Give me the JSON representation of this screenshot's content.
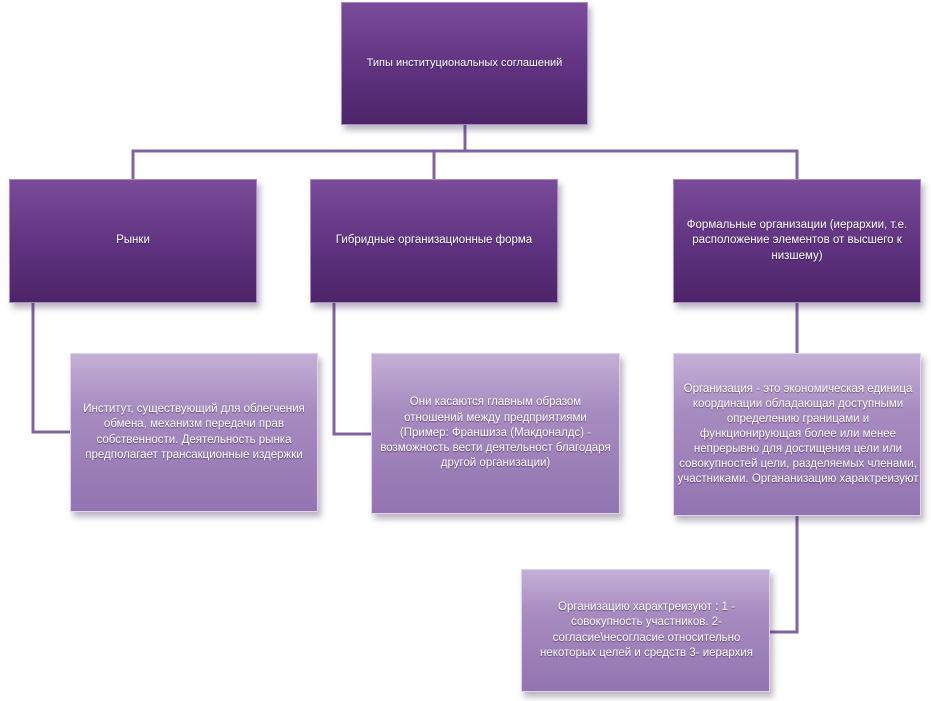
{
  "diagram": {
    "root": {
      "label": "Типы институциональных соглашений"
    },
    "categories": [
      {
        "label": "Рынки",
        "description": "Институт, существующий для облегчения обмена, механизм передачи прав собственности. Деятельность рынка предполагает трансакционные издержки"
      },
      {
        "label": "Гибридные организационные форма",
        "description": "Они касаются главным образом отношений между предприятиями (Пример: Франшиза (Макдоналдс) - возможность вести деятельност благодаря другой организации)"
      },
      {
        "label": "Формальные организации (иерархии, т.е. расположение элементов от высшего к низшему)",
        "description": "Организация - это экономическая единица координации обладающая доступными определению границами и функционирующая более или менее непрерывно для достищения цели или совокупностей цели, разделяемых членами, участниками. Органанизацию характреизуют"
      }
    ],
    "org_characteristics": "Организацию характреизуют : 1 - совокупность участников. 2- согласие\\несогласие относительно некоторых целей и средств 3- иерархия"
  },
  "colors": {
    "dark_box": "#5f3380",
    "light_box": "#a78cc0",
    "connector": "#8064a2",
    "text": "#ffffff"
  }
}
